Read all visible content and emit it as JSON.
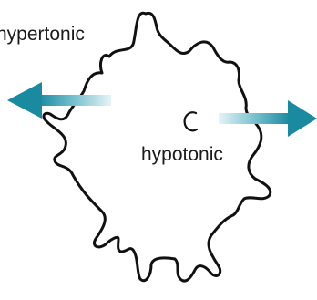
{
  "labels": {
    "outside": "hypertonic",
    "inside": "hypotonic"
  },
  "colors": {
    "cell_outline": "#111111",
    "cell_fill": "#ffffff",
    "arrow_dark": "#1a8aa0",
    "arrow_light": "#dff2f6",
    "text": "#1a1a1a"
  },
  "icons": {
    "membrane": "crenated-cell-membrane",
    "water_flow": "efflux-arrow",
    "nucleus": "open-circle"
  }
}
